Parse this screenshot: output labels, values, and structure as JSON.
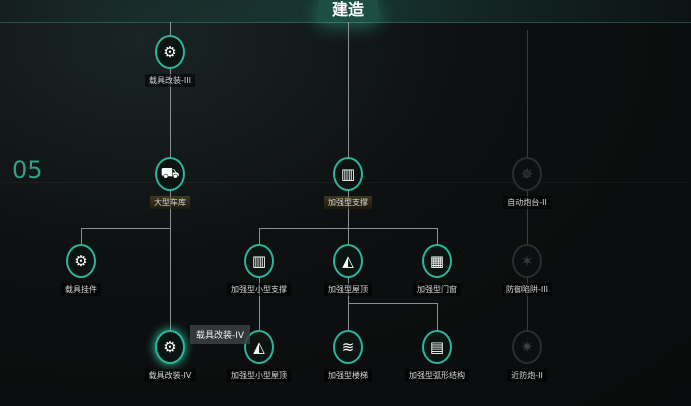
{
  "header": {
    "title": "建造"
  },
  "tier": "05",
  "tooltip": "载具改装-IV",
  "nodes": [
    {
      "label": "载具改装-III",
      "icon": "piston-icon",
      "state": "unlocked"
    },
    {
      "label": "大型车库",
      "icon": "truck-icon",
      "state": "available"
    },
    {
      "label": "加强型支撑",
      "icon": "wall-panel-icon",
      "state": "available"
    },
    {
      "label": "自动炮台-II",
      "icon": "turret-icon",
      "state": "locked"
    },
    {
      "label": "载具挂件",
      "icon": "piston-icon",
      "state": "unlocked"
    },
    {
      "label": "加强型小型支撑",
      "icon": "wall-panel-icon",
      "state": "unlocked"
    },
    {
      "label": "加强型屋顶",
      "icon": "roof-icon",
      "state": "unlocked"
    },
    {
      "label": "加强型门窗",
      "icon": "door-window-icon",
      "state": "unlocked"
    },
    {
      "label": "防御陷阱-III",
      "icon": "trap-icon",
      "state": "locked"
    },
    {
      "label": "载具改装-IV",
      "icon": "piston-icon",
      "state": "hovered"
    },
    {
      "label": "加强型小型屋顶",
      "icon": "roof-icon",
      "state": "unlocked"
    },
    {
      "label": "加强型楼梯",
      "icon": "stairs-icon",
      "state": "unlocked"
    },
    {
      "label": "加强型弧形结构",
      "icon": "arch-icon",
      "state": "unlocked"
    },
    {
      "label": "近防炮-II",
      "icon": "cannon-icon",
      "state": "locked"
    }
  ]
}
